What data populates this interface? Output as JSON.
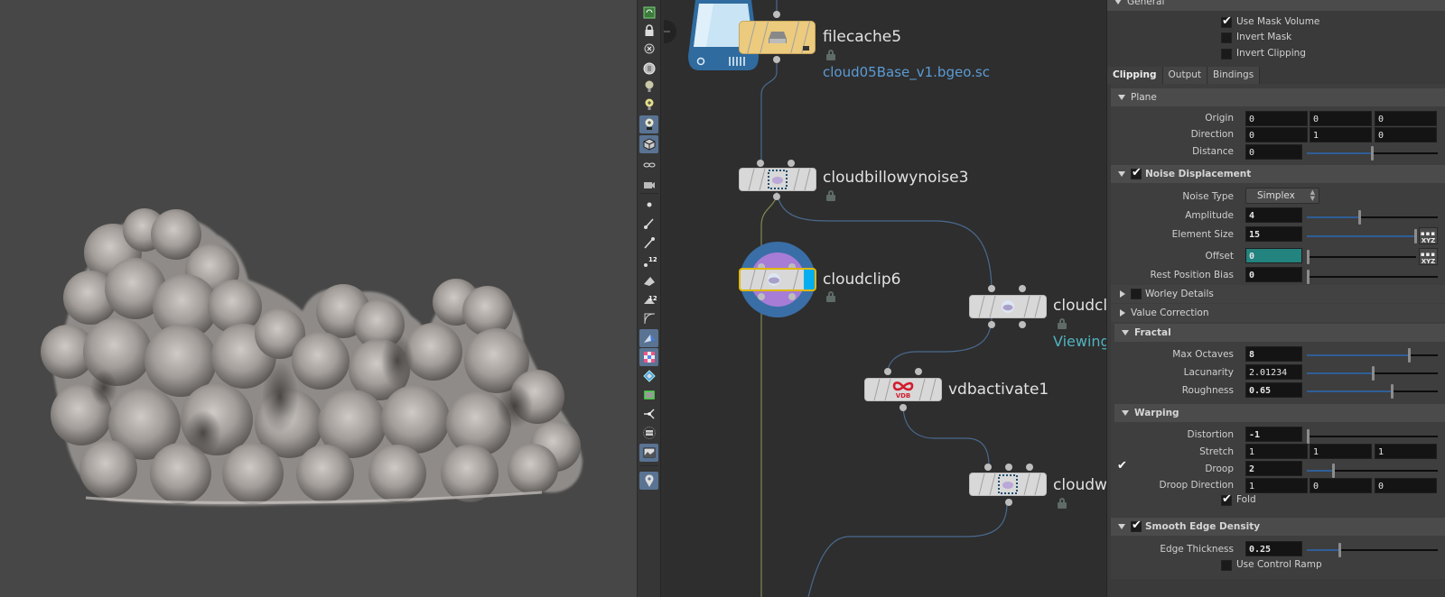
{
  "viewport": {
    "background": "#474747",
    "content": "rendered-cloud-volume"
  },
  "shelf": {
    "tools": [
      {
        "name": "view-tool-icon",
        "active": false
      },
      {
        "name": "lock-camera-icon",
        "active": false
      },
      {
        "name": "light-remove-icon",
        "active": false
      },
      {
        "name": "headlight-icon",
        "active": false
      },
      {
        "name": "light-bulb-icon",
        "active": false
      },
      {
        "name": "light-add-icon",
        "active": false
      },
      {
        "name": "light-linked-icon",
        "active": true
      },
      {
        "name": "shaded-cube-icon",
        "active": true
      },
      {
        "name": "glasses-icon",
        "active": false
      },
      {
        "name": "camera-glasses-icon",
        "active": false
      },
      {
        "name": "point-icon",
        "active": false
      },
      {
        "name": "brush-icon",
        "active": false
      },
      {
        "name": "pipette-icon",
        "active": false
      },
      {
        "name": "point-number-icon",
        "active": false
      },
      {
        "name": "primitive-icon",
        "active": false
      },
      {
        "name": "primitive-number-icon",
        "active": false
      },
      {
        "name": "bezier-corner-icon",
        "active": false
      },
      {
        "name": "shaded-plane-icon",
        "active": true
      },
      {
        "name": "checker-texture-icon",
        "active": true
      },
      {
        "name": "diamond-icon",
        "active": false
      },
      {
        "name": "green-frame-icon",
        "active": false
      },
      {
        "name": "axis-gizmo-icon",
        "active": false
      },
      {
        "name": "circle-list-icon",
        "active": false
      },
      {
        "name": "background-image-icon",
        "active": true
      },
      {
        "name": "map-pin-icon",
        "active": true
      }
    ],
    "labels": {
      "point_number": "12",
      "primitive_number": "12"
    }
  },
  "network": {
    "nodes": [
      {
        "id": "filecache5",
        "label": "filecache5",
        "subtitle": "cloud05Base_v1.bgeo.sc",
        "subtitle_color": "#5b9bd5",
        "color": "#e8c878"
      },
      {
        "id": "cloudbillowynoise3",
        "label": "cloudbillowynoise3"
      },
      {
        "id": "cloudclip6",
        "label": "cloudclip6",
        "selected": true
      },
      {
        "id": "cloudclip_right",
        "label": "cloudcl",
        "subtitle": "Viewing",
        "subtitle_color": "#4fb3c0"
      },
      {
        "id": "vdbactivate1",
        "label": "vdbactivate1",
        "icon_text": "VDB"
      },
      {
        "id": "cloudw",
        "label": "cloudw"
      }
    ]
  },
  "params": {
    "general": {
      "header": "General",
      "use_mask_volume": {
        "label": "Use Mask Volume",
        "checked": true
      },
      "invert_mask": {
        "label": "Invert Mask",
        "checked": false
      },
      "invert_clipping": {
        "label": "Invert Clipping",
        "checked": false
      }
    },
    "tabs": [
      {
        "label": "Clipping",
        "active": true
      },
      {
        "label": "Output",
        "active": false
      },
      {
        "label": "Bindings",
        "active": false
      }
    ],
    "plane": {
      "header": "Plane",
      "origin": {
        "label": "Origin",
        "x": "0",
        "y": "0",
        "z": "0"
      },
      "direction": {
        "label": "Direction",
        "x": "0",
        "y": "1",
        "z": "0"
      },
      "distance": {
        "label": "Distance",
        "value": "0",
        "slider": 0.5
      }
    },
    "noise_displacement": {
      "header": "Noise Displacement",
      "enabled": true,
      "noise_type": {
        "label": "Noise Type",
        "value": "Simplex"
      },
      "amplitude": {
        "label": "Amplitude",
        "value": "4",
        "slider": 0.4
      },
      "element_size": {
        "label": "Element Size",
        "value": "15",
        "slider": 1.0
      },
      "offset": {
        "label": "Offset",
        "value": "0",
        "slider": 0.0
      },
      "rest_position_bias": {
        "label": "Rest Position Bias",
        "value": "0",
        "slider": 0.0
      },
      "xyz_label": "XYZ"
    },
    "worley_details": {
      "header": "Worley Details",
      "enabled": false
    },
    "value_correction": {
      "header": "Value Correction"
    },
    "fractal": {
      "header": "Fractal",
      "max_octaves": {
        "label": "Max Octaves",
        "value": "8",
        "slider": 0.78
      },
      "lacunarity": {
        "label": "Lacunarity",
        "value": "2.01234",
        "slider": 0.5
      },
      "roughness": {
        "label": "Roughness",
        "value": "0.65",
        "slider": 0.65
      }
    },
    "warping": {
      "header": "Warping",
      "distortion": {
        "label": "Distortion",
        "value": "-1",
        "slider": 0.0
      },
      "stretch": {
        "label": "Stretch",
        "x": "1",
        "y": "1",
        "z": "1"
      },
      "droop": {
        "label": "Droop",
        "value": "2",
        "slider": 0.2,
        "enabled": true
      },
      "droop_direction": {
        "label": "Droop Direction",
        "x": "1",
        "y": "0",
        "z": "0"
      },
      "fold": {
        "label": "Fold",
        "checked": true
      }
    },
    "smooth_edge_density": {
      "header": "Smooth Edge Density",
      "enabled": true,
      "edge_thickness": {
        "label": "Edge Thickness",
        "value": "0.25",
        "slider": 0.25
      },
      "use_control_ramp": {
        "label": "Use Control Ramp",
        "checked": false
      }
    }
  },
  "colors": {
    "panel_bg": "#3a3a3a",
    "section_header": "#4b4b4b",
    "field_bg": "#141414",
    "slider_fill": "#2f5e98",
    "offset_highlight": "#22837f",
    "network_bg": "#2e2e2e",
    "selected_node_outline": "#e0b800"
  }
}
